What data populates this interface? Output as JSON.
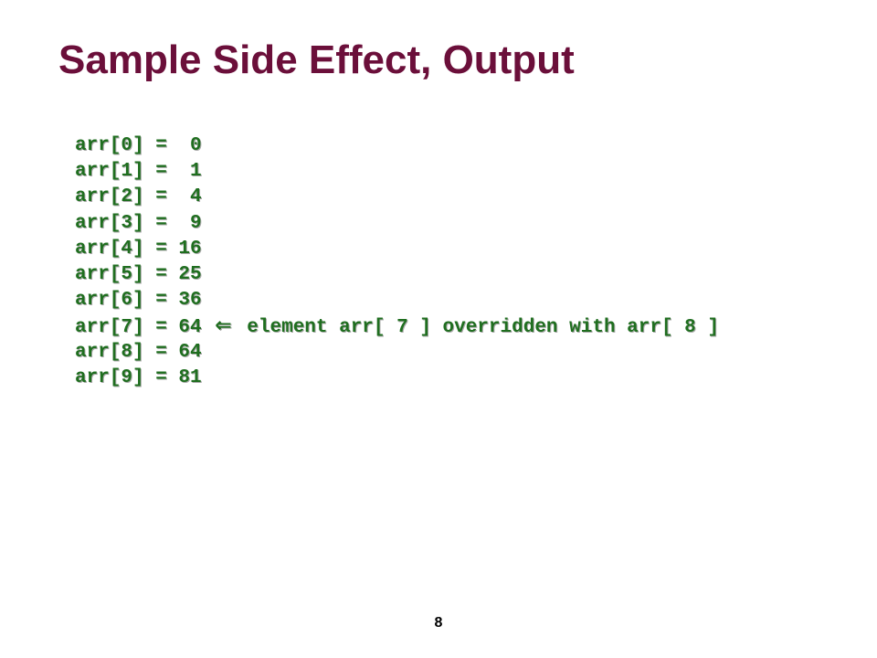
{
  "slide": {
    "title": "Sample Side Effect, Output",
    "page_number": "8"
  },
  "output_lines": [
    "arr[0] =  0",
    "arr[1] =  1",
    "arr[2] =  4",
    "arr[3] =  9",
    "arr[4] = 16",
    "arr[5] = 25",
    "arr[6] = 36",
    "arr[7] = 64",
    "arr[8] = 64",
    "arr[9] = 81"
  ],
  "annotation": {
    "icon": "left-arrow-icon",
    "arrow_glyph": "⇐",
    "text": "element arr[ 7 ] overridden with arr[ 8 ]"
  },
  "colors": {
    "title": "#6b0f3a",
    "code_text": "#1f6e1f",
    "code_shadow": "#a9a9a9"
  }
}
